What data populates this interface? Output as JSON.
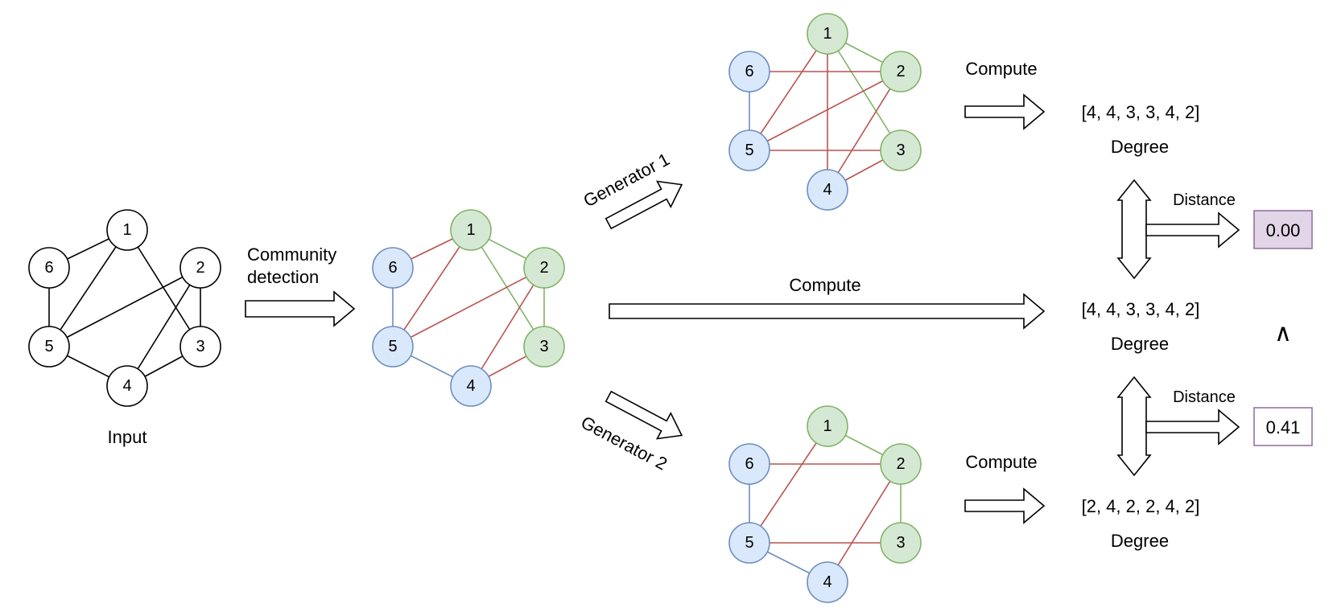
{
  "colors": {
    "black": "#000000",
    "red": "#b85450",
    "green": "#82b366",
    "blue": "#6c8ebf",
    "green_fill": "#d5e8d4",
    "blue_fill": "#dae8fc",
    "white_fill": "#ffffff",
    "result_fill": "#e1d5e7",
    "result_stroke": "#9673a6"
  },
  "labels": {
    "input": "Input",
    "community_line1": "Community",
    "community_line2": "detection",
    "generator1": "Generator 1",
    "generator2": "Generator 2",
    "compute_top": "Compute",
    "compute_mid": "Compute",
    "compute_bottom": "Compute",
    "distance_top": "Distance",
    "distance_bottom": "Distance",
    "degree_top": "Degree",
    "degree_mid": "Degree",
    "degree_bottom": "Degree",
    "comparison": "∧"
  },
  "degree_vectors": {
    "generator1": "[4, 4, 3, 3, 4, 2]",
    "input": "[4, 4, 3, 3, 4, 2]",
    "generator2": "[2, 4, 2, 2, 4, 2]"
  },
  "distances": {
    "generator1": "0.00",
    "generator2": "0.41"
  },
  "graphs": [
    {
      "id": "input",
      "nodes": [
        {
          "label": "1",
          "community": "none"
        },
        {
          "label": "2",
          "community": "none"
        },
        {
          "label": "3",
          "community": "none"
        },
        {
          "label": "4",
          "community": "none"
        },
        {
          "label": "5",
          "community": "none"
        },
        {
          "label": "6",
          "community": "none"
        }
      ],
      "edges": [
        {
          "from": "1",
          "to": "6",
          "color": "black"
        },
        {
          "from": "1",
          "to": "5",
          "color": "black"
        },
        {
          "from": "1",
          "to": "3",
          "color": "black"
        },
        {
          "from": "2",
          "to": "5",
          "color": "black"
        },
        {
          "from": "2",
          "to": "4",
          "color": "black"
        },
        {
          "from": "2",
          "to": "3",
          "color": "black"
        },
        {
          "from": "6",
          "to": "5",
          "color": "black"
        },
        {
          "from": "5",
          "to": "4",
          "color": "black"
        },
        {
          "from": "4",
          "to": "3",
          "color": "black"
        }
      ]
    },
    {
      "id": "community",
      "nodes": [
        {
          "label": "1",
          "community": "green"
        },
        {
          "label": "2",
          "community": "green"
        },
        {
          "label": "3",
          "community": "green"
        },
        {
          "label": "4",
          "community": "blue"
        },
        {
          "label": "5",
          "community": "blue"
        },
        {
          "label": "6",
          "community": "blue"
        }
      ],
      "edges": [
        {
          "from": "1",
          "to": "6",
          "color": "red"
        },
        {
          "from": "1",
          "to": "5",
          "color": "red"
        },
        {
          "from": "1",
          "to": "2",
          "color": "green"
        },
        {
          "from": "1",
          "to": "3",
          "color": "green"
        },
        {
          "from": "2",
          "to": "5",
          "color": "red"
        },
        {
          "from": "2",
          "to": "4",
          "color": "red"
        },
        {
          "from": "2",
          "to": "3",
          "color": "green"
        },
        {
          "from": "6",
          "to": "5",
          "color": "blue"
        },
        {
          "from": "5",
          "to": "4",
          "color": "blue"
        },
        {
          "from": "4",
          "to": "3",
          "color": "red"
        }
      ]
    },
    {
      "id": "generator1",
      "nodes": [
        {
          "label": "1",
          "community": "green"
        },
        {
          "label": "2",
          "community": "green"
        },
        {
          "label": "3",
          "community": "green"
        },
        {
          "label": "4",
          "community": "blue"
        },
        {
          "label": "5",
          "community": "blue"
        },
        {
          "label": "6",
          "community": "blue"
        }
      ],
      "edges": [
        {
          "from": "1",
          "to": "5",
          "color": "red"
        },
        {
          "from": "1",
          "to": "4",
          "color": "red"
        },
        {
          "from": "1",
          "to": "2",
          "color": "green"
        },
        {
          "from": "1",
          "to": "3",
          "color": "green"
        },
        {
          "from": "6",
          "to": "2",
          "color": "red"
        },
        {
          "from": "6",
          "to": "5",
          "color": "blue"
        },
        {
          "from": "5",
          "to": "2",
          "color": "red"
        },
        {
          "from": "5",
          "to": "3",
          "color": "red"
        },
        {
          "from": "4",
          "to": "2",
          "color": "red"
        },
        {
          "from": "4",
          "to": "3",
          "color": "red"
        }
      ]
    },
    {
      "id": "generator2",
      "nodes": [
        {
          "label": "1",
          "community": "green"
        },
        {
          "label": "2",
          "community": "green"
        },
        {
          "label": "3",
          "community": "green"
        },
        {
          "label": "4",
          "community": "blue"
        },
        {
          "label": "5",
          "community": "blue"
        },
        {
          "label": "6",
          "community": "blue"
        }
      ],
      "edges": [
        {
          "from": "1",
          "to": "2",
          "color": "green"
        },
        {
          "from": "1",
          "to": "5",
          "color": "red"
        },
        {
          "from": "6",
          "to": "2",
          "color": "red"
        },
        {
          "from": "6",
          "to": "5",
          "color": "blue"
        },
        {
          "from": "2",
          "to": "3",
          "color": "green"
        },
        {
          "from": "2",
          "to": "4",
          "color": "red"
        },
        {
          "from": "5",
          "to": "3",
          "color": "red"
        },
        {
          "from": "5",
          "to": "4",
          "color": "blue"
        }
      ]
    }
  ]
}
